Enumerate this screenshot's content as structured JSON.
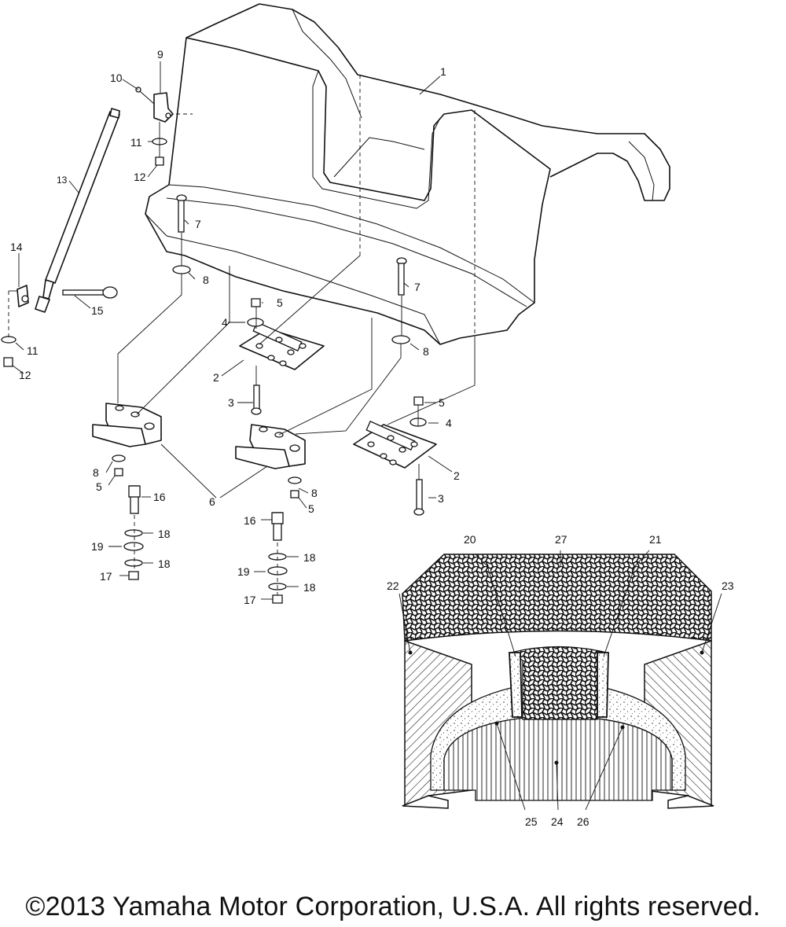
{
  "copyright": "©2013 Yamaha Motor Corporation, U.S.A. All rights reserved.",
  "callouts": {
    "c1": "1",
    "c2a": "2",
    "c2b": "2",
    "c3a": "3",
    "c3b": "3",
    "c4a": "4",
    "c4b": "4",
    "c5a": "5",
    "c5b": "5",
    "c5c": "5",
    "c5d": "5",
    "c6": "6",
    "c7a": "7",
    "c7b": "7",
    "c8a": "8",
    "c8b": "8",
    "c8c": "8",
    "c8d": "8",
    "c9": "9",
    "c10": "10",
    "c11a": "11",
    "c11b": "11",
    "c12a": "12",
    "c12b": "12",
    "c13": "13",
    "c14": "14",
    "c15": "15",
    "c16a": "16",
    "c16b": "16",
    "c17a": "17",
    "c17b": "17",
    "c18a": "18",
    "c18b": "18",
    "c18c": "18",
    "c18d": "18",
    "c19a": "19",
    "c19b": "19",
    "c20": "20",
    "c21": "21",
    "c22": "22",
    "c23": "23",
    "c24": "24",
    "c25": "25",
    "c26": "26",
    "c27": "27"
  }
}
